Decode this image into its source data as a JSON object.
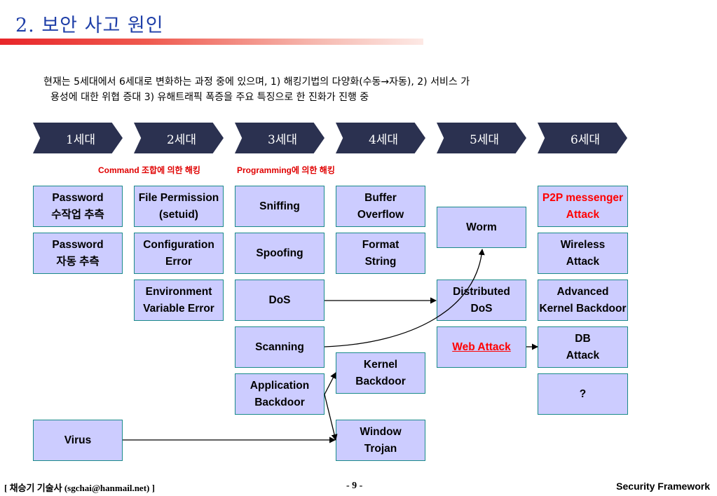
{
  "title": "2. 보안 사고 원인",
  "intro": {
    "line1": "현재는 5세대에서 6세대로 변화하는 과정 중에 있으며, 1) 해킹기법의 다양화(수동→자동), 2) 서비스 가",
    "line2": "용성에 대한 위협 증대 3) 유해트래픽 폭증을 주요 특징으로 한 진화가 진행 중"
  },
  "generations": [
    "1세대",
    "2세대",
    "3세대",
    "4세대",
    "5세대",
    "6세대"
  ],
  "notes": {
    "command": "Command 조합에 의한 해킹",
    "programming": "Programming에 의한 해킹"
  },
  "gen1": {
    "password_guess": "Password\n수작업 추측",
    "password_auto": "Password\n자동 추측",
    "virus": "Virus"
  },
  "gen2": {
    "file_permission": "File Permission\n(setuid)",
    "config_error": "Configuration\nError",
    "env_error": "Environment\nVariable Error"
  },
  "gen3": {
    "sniffing": "Sniffing",
    "spoofing": "Spoofing",
    "dos": "DoS",
    "scanning": "Scanning",
    "app_backdoor": "Application\nBackdoor"
  },
  "gen4": {
    "buffer_overflow": "Buffer\nOverflow",
    "format_string": "Format\nString",
    "kernel_backdoor": "Kernel\nBackdoor",
    "window_trojan": "Window\nTrojan"
  },
  "gen5": {
    "worm": "Worm",
    "ddos": "Distributed\nDoS",
    "web_attack": "Web Attack"
  },
  "gen6": {
    "p2p": "P2P messenger\nAttack",
    "wireless": "Wireless\nAttack",
    "kernel_backdoor_adv": "Advanced\nKernel Backdoor",
    "db_attack": "DB\nAttack",
    "unknown": "?"
  },
  "colors": {
    "gen_banner": "#2b3150",
    "box_fill": "#ccccff",
    "box_border": "#1a8a8a",
    "note": "#e00000",
    "title": "#1f3fa8"
  },
  "footer": {
    "left": "[ 채승기 기술사 (sgchai@hanmail.net) ]",
    "page": "- 9 -",
    "right": "Security Framework"
  }
}
